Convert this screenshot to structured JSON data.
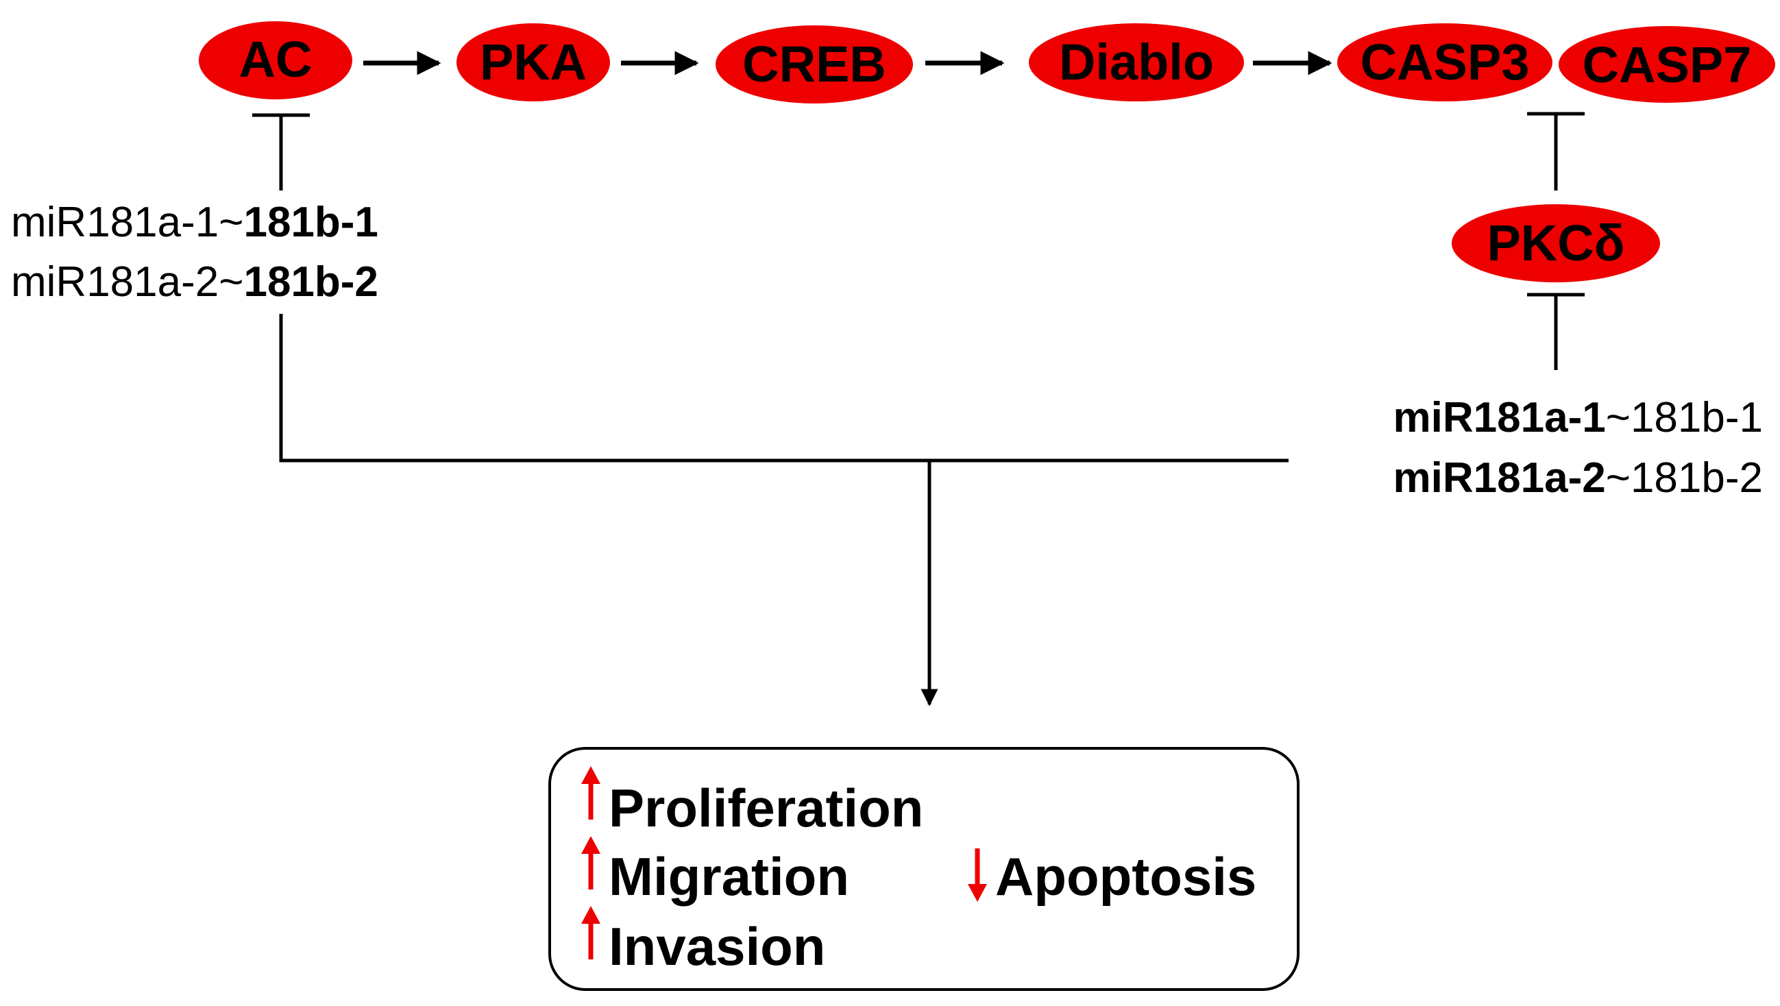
{
  "colors": {
    "node_fill": "#ee0000",
    "line": "#000000",
    "up_arrow": "#ee0000",
    "down_arrow": "#ee0000",
    "outcome_box_border": "#000000"
  },
  "nodes": {
    "ac": "AC",
    "pka": "PKA",
    "creb": "CREB",
    "diablo": "Diablo",
    "casp3": "CASP3",
    "casp7": "CASP7",
    "pkcd": "PKCδ"
  },
  "mir_left": {
    "line1_prefix": "miR181a-1~",
    "line1_bold": "181b-1",
    "line2_prefix": "miR181a-2~",
    "line2_bold": "181b-2"
  },
  "mir_right": {
    "line1_bold": "miR181a-1",
    "line1_suffix": "~181b-1",
    "line2_bold": "miR181a-2",
    "line2_suffix": "~181b-2"
  },
  "outcomes": {
    "proliferation": "Proliferation",
    "migration": "Migration",
    "invasion": "Invasion",
    "apoptosis": "Apoptosis"
  }
}
